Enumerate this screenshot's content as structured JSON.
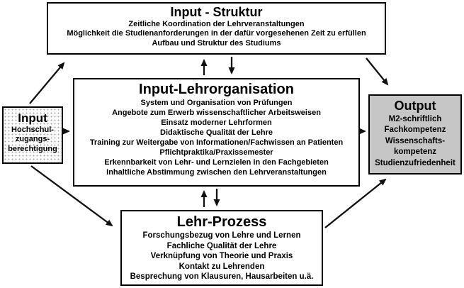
{
  "diagram": {
    "colors": {
      "border": "#000000",
      "box_background": "#ffffff",
      "output_background": "#c6c6c6",
      "input_background_dotted": "#fcfcfc",
      "arrow": "#111111",
      "text": "#000000"
    },
    "boxes": {
      "struktur": {
        "title": "Input - Struktur",
        "items": [
          "Zeitliche Koordination der Lehrveranstaltungen",
          "Möglichkeit die Studienanforderungen in der dafür vorgesehenen Zeit zu erfüllen",
          "Aufbau und Struktur des Studiums"
        ]
      },
      "lehrorganisation": {
        "title": "Input-Lehrorganisation",
        "items": [
          "System und Organisation von Prüfungen",
          "Angebote zum Erwerb wissenschaftlicher Arbeitsweisen",
          "Einsatz moderner Lehrformen",
          "Didaktische Qualität der Lehre",
          "Training zur Weitergabe von Informationen/Fachwissen an Patienten",
          "Pflichtpraktika/Praxissemester",
          "Erkennbarkeit von Lehr- und Lernzielen in den Fachgebieten",
          "Inhaltliche Abstimmung zwischen den Lehrveranstaltungen"
        ]
      },
      "lehrprozess": {
        "title": "Lehr-Prozess",
        "items": [
          "Forschungsbezug von Lehre und Lernen",
          "Fachliche Qualität der Lehre",
          "Verknüpfung von Theorie und Praxis",
          "Kontakt zu Lehrenden",
          "Besprechung von Klausuren, Hausarbeiten u.ä."
        ]
      },
      "input": {
        "title": "Input",
        "items": [
          "Hochschul-",
          "zugangs-",
          "berechtigung"
        ]
      },
      "output": {
        "title": "Output",
        "items": [
          "M2-schriftlich",
          "Fachkompetenz",
          "Wissenschafts-",
          "kompetenz",
          "Studienzufriedenheit"
        ]
      }
    },
    "arrows": [
      "input-to-struktur",
      "input-to-lehrorganisation",
      "input-to-lehrprozess",
      "lehrorganisation-to-struktur-up",
      "struktur-to-lehrorganisation-down",
      "struktur-to-output",
      "lehrorganisation-to-output",
      "lehrprozess-to-lehrorganisation-up",
      "lehrorganisation-to-lehrprozess-down",
      "lehrprozess-to-output"
    ]
  }
}
